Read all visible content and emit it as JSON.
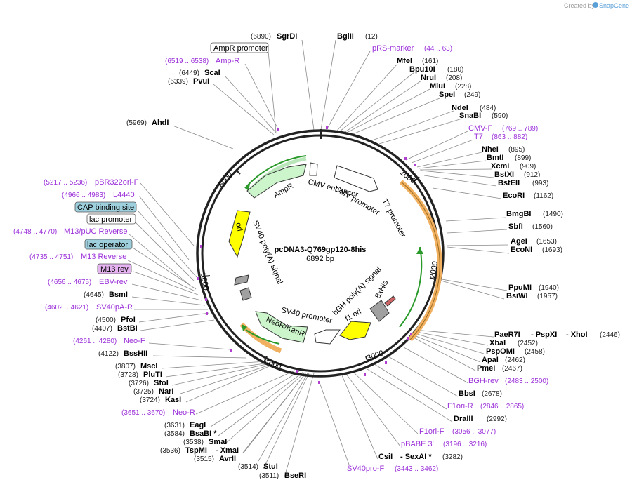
{
  "credit": {
    "prefix": "Created by",
    "brand": "SnapGene"
  },
  "plasmid": {
    "name": "pcDNA3-Q769gp120-8his",
    "length": "6892 bp"
  },
  "ticks": [
    "1000",
    "2000",
    "3000",
    "4000",
    "5000",
    "6000"
  ],
  "features_inner": [
    {
      "name": "CMV enhancer",
      "color": "#ffffff"
    },
    {
      "name": "CMV promoter",
      "color": "#ffffff"
    },
    {
      "name": "T7 promoter",
      "color": "#ffffff"
    },
    {
      "name": "AmpR",
      "color": "#ccf5cc"
    },
    {
      "name": "ori",
      "color": "#ffff00"
    },
    {
      "name": "SV40 poly(A) signal",
      "color": "#a0a0a0"
    },
    {
      "name": "bGH poly(A) signal",
      "color": "#a0a0a0"
    },
    {
      "name": "8xHis",
      "color": "#cc6666"
    },
    {
      "name": "f1 ori",
      "color": "#ffff00"
    },
    {
      "name": "SV40 promoter",
      "color": "#ffffff"
    },
    {
      "name": "NeoR/KanR",
      "color": "#ccf5cc"
    }
  ],
  "labels": [
    {
      "kind": "enzyme",
      "name": "SgrDI",
      "pos": "(6890)"
    },
    {
      "kind": "enzyme",
      "name": "BglII",
      "pos": "(12)"
    },
    {
      "kind": "feature-box",
      "name": "AmpR promoter"
    },
    {
      "kind": "primer",
      "name": "pRS-marker",
      "pos": "(44 .. 63)"
    },
    {
      "kind": "primer",
      "name": "Amp-R",
      "pos": "(6519 .. 6538)"
    },
    {
      "kind": "enzyme",
      "name": "MfeI",
      "pos": "(161)"
    },
    {
      "kind": "enzyme",
      "name": "Bpu10I",
      "pos": "(180)"
    },
    {
      "kind": "enzyme",
      "name": "ScaI",
      "pos": "(6449)"
    },
    {
      "kind": "enzyme",
      "name": "NruI",
      "pos": "(208)"
    },
    {
      "kind": "enzyme",
      "name": "PvuI",
      "pos": "(6339)"
    },
    {
      "kind": "enzyme",
      "name": "MluI",
      "pos": "(228)"
    },
    {
      "kind": "enzyme",
      "name": "SpeI",
      "pos": "(249)"
    },
    {
      "kind": "enzyme",
      "name": "NdeI",
      "pos": "(484)"
    },
    {
      "kind": "enzyme",
      "name": "SnaBI",
      "pos": "(590)"
    },
    {
      "kind": "enzyme",
      "name": "AhdI",
      "pos": "(5969)"
    },
    {
      "kind": "primer",
      "name": "CMV-F",
      "pos": "(769 .. 789)"
    },
    {
      "kind": "primer",
      "name": "T7",
      "pos": "(863 .. 882)"
    },
    {
      "kind": "enzyme",
      "name": "NheI",
      "pos": "(895)"
    },
    {
      "kind": "enzyme",
      "name": "BmtI",
      "pos": "(899)"
    },
    {
      "kind": "enzyme",
      "name": "XcmI",
      "pos": "(909)"
    },
    {
      "kind": "enzyme",
      "name": "BstXI",
      "pos": "(912)"
    },
    {
      "kind": "enzyme",
      "name": "BstEII",
      "pos": "(993)"
    },
    {
      "kind": "primer",
      "name": "pBR322ori-F",
      "pos": "(5217 .. 5236)"
    },
    {
      "kind": "enzyme",
      "name": "EcoRI",
      "pos": "(1162)"
    },
    {
      "kind": "primer",
      "name": "L4440",
      "pos": "(4966 .. 4983)"
    },
    {
      "kind": "feature-box",
      "name": "CAP binding site"
    },
    {
      "kind": "enzyme",
      "name": "BmgBI",
      "pos": "(1490)"
    },
    {
      "kind": "feature-box",
      "name": "lac promoter"
    },
    {
      "kind": "enzyme",
      "name": "SbfI",
      "pos": "(1560)"
    },
    {
      "kind": "primer",
      "name": "M13/pUC Reverse",
      "pos": "(4748 .. 4770)"
    },
    {
      "kind": "enzyme",
      "name": "AgeI",
      "pos": "(1653)"
    },
    {
      "kind": "feature-box",
      "name": "lac operator"
    },
    {
      "kind": "enzyme",
      "name": "EcoNI",
      "pos": "(1693)"
    },
    {
      "kind": "primer",
      "name": "M13 Reverse",
      "pos": "(4735 .. 4751)"
    },
    {
      "kind": "feature-box",
      "name": "M13 rev"
    },
    {
      "kind": "primer",
      "name": "EBV-rev",
      "pos": "(4656 .. 4675)"
    },
    {
      "kind": "enzyme",
      "name": "PpuMI",
      "pos": "(1940)"
    },
    {
      "kind": "enzyme",
      "name": "BsmI",
      "pos": "(4645)"
    },
    {
      "kind": "enzyme",
      "name": "BsiWI",
      "pos": "(1957)"
    },
    {
      "kind": "primer",
      "name": "SV40pA-R",
      "pos": "(4602 .. 4621)"
    },
    {
      "kind": "enzyme",
      "name": "PfoI",
      "pos": "(4500)"
    },
    {
      "kind": "enzyme",
      "name": "BstBI",
      "pos": "(4407)"
    },
    {
      "kind": "enzyme",
      "name": "PaeR7I",
      "pos": ""
    },
    {
      "kind": "enzyme",
      "name": "- PspXI",
      "pos": ""
    },
    {
      "kind": "enzyme",
      "name": "- XhoI",
      "pos": "(2446)"
    },
    {
      "kind": "primer",
      "name": "Neo-F",
      "pos": "(4261 .. 4280)"
    },
    {
      "kind": "enzyme",
      "name": "XbaI",
      "pos": "(2452)"
    },
    {
      "kind": "enzyme",
      "name": "PspOMI",
      "pos": "(2458)"
    },
    {
      "kind": "enzyme",
      "name": "BssHII",
      "pos": "(4122)"
    },
    {
      "kind": "enzyme",
      "name": "ApaI",
      "pos": "(2462)"
    },
    {
      "kind": "enzyme",
      "name": "PmeI",
      "pos": "(2467)"
    },
    {
      "kind": "enzyme",
      "name": "MscI",
      "pos": "(3807)"
    },
    {
      "kind": "enzyme",
      "name": "PluTI",
      "pos": "(3728)"
    },
    {
      "kind": "primer",
      "name": "BGH-rev",
      "pos": "(2483 .. 2500)"
    },
    {
      "kind": "enzyme",
      "name": "SfoI",
      "pos": "(3726)"
    },
    {
      "kind": "enzyme",
      "name": "NarI",
      "pos": "(3725)"
    },
    {
      "kind": "enzyme",
      "name": "BbsI",
      "pos": "(2678)"
    },
    {
      "kind": "enzyme",
      "name": "KasI",
      "pos": "(3724)"
    },
    {
      "kind": "primer",
      "name": "F1ori-R",
      "pos": "(2846 .. 2865)"
    },
    {
      "kind": "primer",
      "name": "Neo-R",
      "pos": "(3651 .. 3670)"
    },
    {
      "kind": "enzyme",
      "name": "DraIII",
      "pos": "(2992)"
    },
    {
      "kind": "enzyme",
      "name": "EagI",
      "pos": "(3631)"
    },
    {
      "kind": "enzyme",
      "name": "BsaBI *",
      "pos": "(3584)"
    },
    {
      "kind": "primer",
      "name": "F1ori-F",
      "pos": "(3056 .. 3077)"
    },
    {
      "kind": "enzyme",
      "name": "SmaI",
      "pos": "(3538)"
    },
    {
      "kind": "primer",
      "name": "pBABE 3'",
      "pos": "(3196 .. 3216)"
    },
    {
      "kind": "enzyme",
      "name": "TspMI",
      "pos": "(3536)"
    },
    {
      "kind": "enzyme",
      "name": "- XmaI",
      "pos": ""
    },
    {
      "kind": "enzyme",
      "name": "CsiI",
      "pos": ""
    },
    {
      "kind": "enzyme",
      "name": "- SexAI *",
      "pos": "(3282)"
    },
    {
      "kind": "enzyme",
      "name": "AvrII",
      "pos": "(3515)"
    },
    {
      "kind": "primer",
      "name": "SV40pro-F",
      "pos": "(3443 .. 3462)"
    },
    {
      "kind": "enzyme",
      "name": "StuI",
      "pos": "(3514)"
    },
    {
      "kind": "enzyme",
      "name": "BseRI",
      "pos": "(3511)"
    }
  ],
  "colors": {
    "enzyme": "#000000",
    "primer": "#9b30d9",
    "feature_box_default": "#ffffff",
    "feature_box_blue": "#9ecfdc",
    "feature_box_purple": "#e4b3f0",
    "backbone": "#222222",
    "orange_band": "#f0b060"
  }
}
